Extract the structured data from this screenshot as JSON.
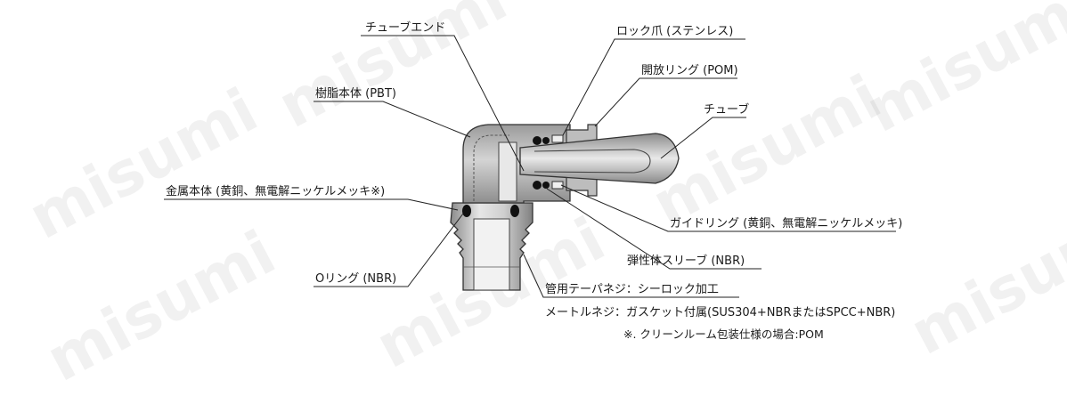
{
  "watermark": "misumi",
  "labels": {
    "tube_end": "チューブエンド",
    "lock_claw": "ロック爪 (ステンレス)",
    "release_ring": "開放リング (POM)",
    "tube": "チューブ",
    "resin_body": "樹脂本体 (PBT)",
    "metal_body": "金属本体 (黄銅、無電解ニッケルメッキ※)",
    "guide_ring": "ガイドリング (黄銅、無電解ニッケルメッキ)",
    "elastic_sleeve": "弾性体スリーブ (NBR)",
    "o_ring": "Oリング (NBR)",
    "taper_thread": "管用テーパネジ：シーロック加工",
    "metric_thread": "メートルネジ：ガスケット付属(SUS304+NBRまたはSPCC+NBR)",
    "cleanroom_note": "※. クリーンルーム包装仕様の場合:POM"
  }
}
